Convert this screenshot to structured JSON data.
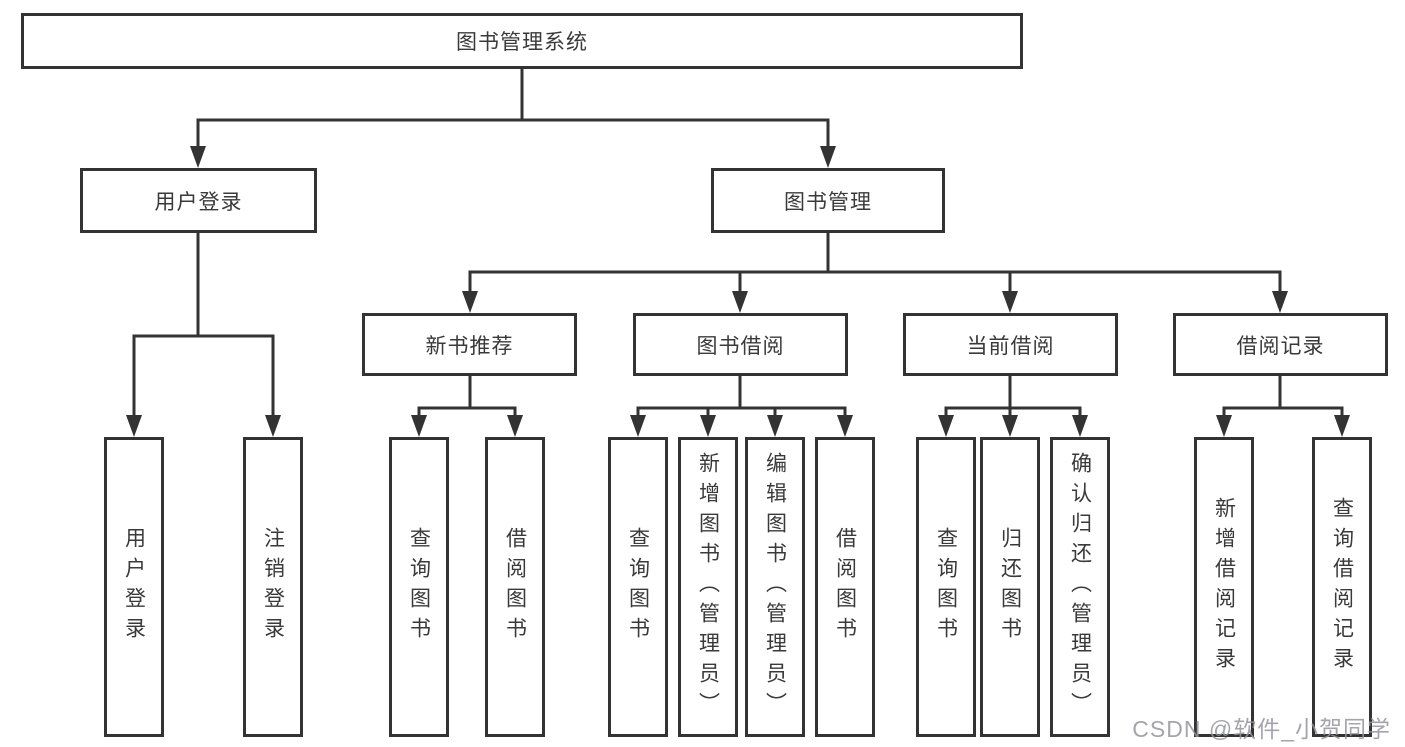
{
  "diagram_title": "图书管理系统",
  "colors": {
    "line": "#333333",
    "text": "#3a3a3a",
    "watermark": "#94949e",
    "background": "#ffffff"
  },
  "tree": {
    "label": "图书管理系统",
    "children": [
      {
        "label": "用户登录",
        "children": [
          {
            "label": "用户登录"
          },
          {
            "label": "注销登录"
          }
        ]
      },
      {
        "label": "图书管理",
        "children": [
          {
            "label": "新书推荐",
            "children": [
              {
                "label": "查询图书"
              },
              {
                "label": "借阅图书"
              }
            ]
          },
          {
            "label": "图书借阅",
            "children": [
              {
                "label": "查询图书"
              },
              {
                "label": "新增图书（管理员）"
              },
              {
                "label": "编辑图书（管理员）"
              },
              {
                "label": "借阅图书"
              }
            ]
          },
          {
            "label": "当前借阅",
            "children": [
              {
                "label": "查询图书"
              },
              {
                "label": "归还图书"
              },
              {
                "label": "确认归还（管理员）"
              }
            ]
          },
          {
            "label": "借阅记录",
            "children": [
              {
                "label": "新增借阅记录"
              },
              {
                "label": "查询借阅记录"
              }
            ]
          }
        ]
      }
    ]
  },
  "watermark": {
    "text": "CSDN @软件_小贺同学"
  }
}
